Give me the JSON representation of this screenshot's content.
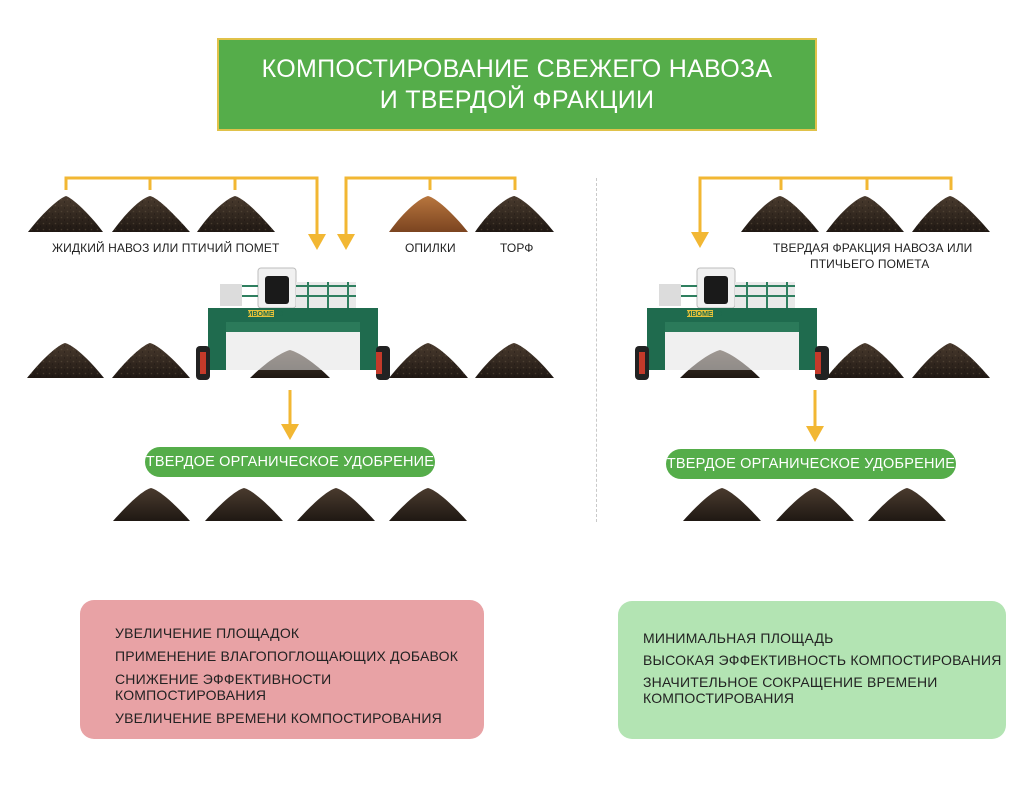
{
  "title": {
    "line1": "КОМПОСТИРОВАНИЕ СВЕЖЕГО НАВОЗА",
    "line2": "И ТВЕРДОЙ ФРАКЦИИ"
  },
  "left": {
    "inputs": {
      "manure_label": "ЖИДКИЙ НАВОЗ ИЛИ ПТИЧИЙ ПОМЕТ",
      "sawdust_label": "ОПИЛКИ",
      "peat_label": "ТОРФ"
    },
    "machine_brand": "ЖИВОМЕРС",
    "output_label": "ТВЕРДОЕ ОРГАНИЧЕСКОЕ УДОБРЕНИЕ",
    "panel": {
      "items": [
        "УВЕЛИЧЕНИЕ ПЛОЩАДОК",
        "ПРИМЕНЕНИЕ ВЛАГОПОГЛОЩАЮЩИХ ДОБАВОК",
        "СНИЖЕНИЕ ЭФФЕКТИВНОСТИ КОМПОСТИРОВАНИЯ",
        "УВЕЛИЧЕНИЕ ВРЕМЕНИ КОМПОСТИРОВАНИЯ"
      ]
    }
  },
  "right": {
    "inputs": {
      "fraction_label_line1": "ТВЕРДАЯ ФРАКЦИЯ НАВОЗА ИЛИ",
      "fraction_label_line2": "ПТИЧЬЕГО ПОМЕТА"
    },
    "machine_brand": "ЖИВОМЕРС",
    "output_label": "ТВЕРДОЕ ОРГАНИЧЕСКОЕ УДОБРЕНИЕ",
    "panel": {
      "items": [
        "МИНИМАЛЬНАЯ ПЛОЩАДЬ",
        "ВЫСОКАЯ ЭФФЕКТИВНОСТЬ КОМПОСТИРОВАНИЯ",
        "ЗНАЧИТЕЛЬНОЕ СОКРАЩЕНИЕ ВРЕМЕНИ",
        "КОМПОСТИРОВАНИЯ"
      ]
    }
  },
  "colors": {
    "green": "#55ad4a",
    "arrow": "#f2b733",
    "dark_pile": "#2a221c",
    "sawdust": "#9a5a2a",
    "red_panel": "#e8a2a5",
    "green_panel": "#b3e4b3",
    "machine_frame": "#1f6b4e"
  }
}
